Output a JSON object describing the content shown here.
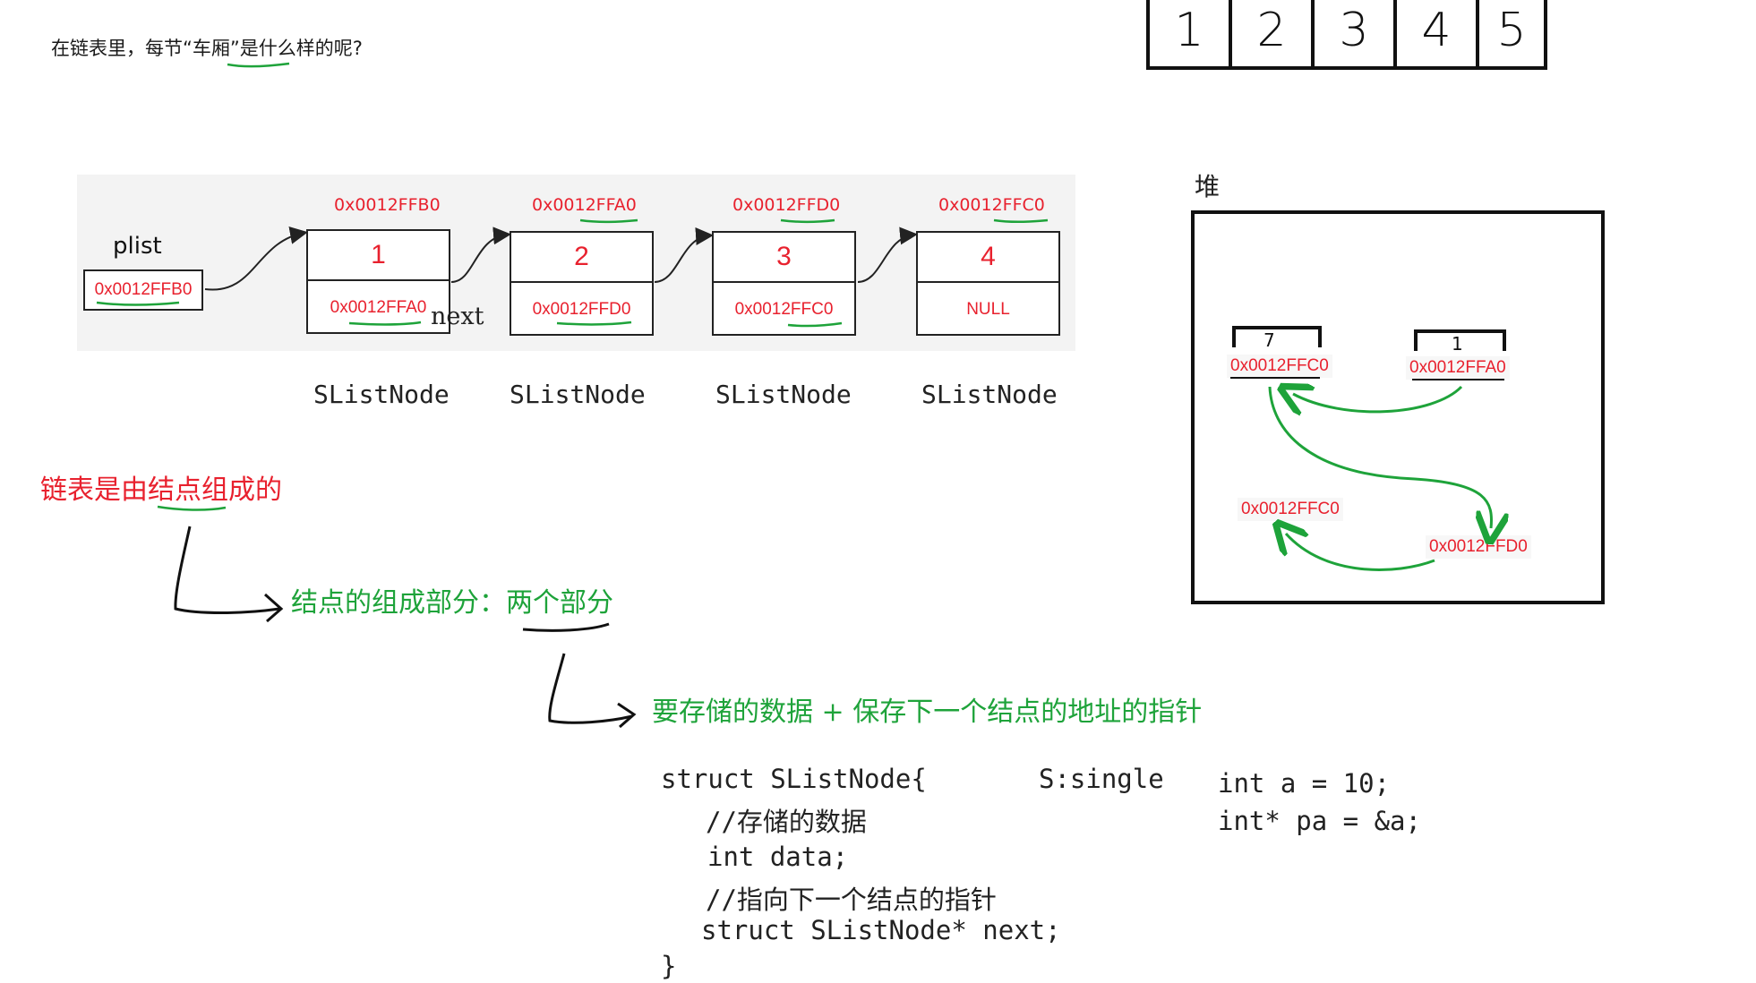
{
  "intro": {
    "question": "在链表里，每节“车厢”是什么样的呢?"
  },
  "diagram": {
    "plist_label": "plist",
    "plist_value": "0x0012FFB0",
    "nodes": [
      {
        "top_addr": "0x0012FFB0",
        "data": "1",
        "next": "0x0012FFA0",
        "type": "SListNode"
      },
      {
        "top_addr": "0x0012FFA0",
        "data": "2",
        "next": "0x0012FFD0",
        "type": "SListNode"
      },
      {
        "top_addr": "0x0012FFD0",
        "data": "3",
        "next": "0x0012FFC0",
        "type": "SListNode"
      },
      {
        "top_addr": "0x0012FFC0",
        "data": "4",
        "next": "NULL",
        "type": "SListNode"
      }
    ],
    "next_label": "next"
  },
  "notes": {
    "list_made_of_nodes": "链表是由结点组成的",
    "node_parts": "结点的组成部分：两个部分",
    "parts_detail": "要存储的数据 + 保存下一个结点的地址的指针"
  },
  "code": {
    "lines": [
      "struct SListNode{",
      "  //存储的数据",
      "  int data;",
      "  //指向下一个结点的指针",
      "  struct SListNode*  next;",
      "}"
    ],
    "s_note": "S:single",
    "example_lines": [
      "int a = 10;",
      "int* pa = &a;"
    ]
  },
  "heap": {
    "label": "堆",
    "node_a_value": "7",
    "node_a_addr": "0x0012FFC0",
    "node_b_value": "1",
    "node_b_addr": "0x0012FFA0",
    "addr_c": "0x0012FFC0",
    "addr_d": "0x0012FFD0"
  },
  "array": {
    "cells": [
      "1",
      "2",
      "3",
      "4",
      "5"
    ]
  },
  "colors": {
    "red": "#e8212e",
    "green": "#1ea33a",
    "ink": "#111111",
    "panel": "#f3f3f3"
  }
}
